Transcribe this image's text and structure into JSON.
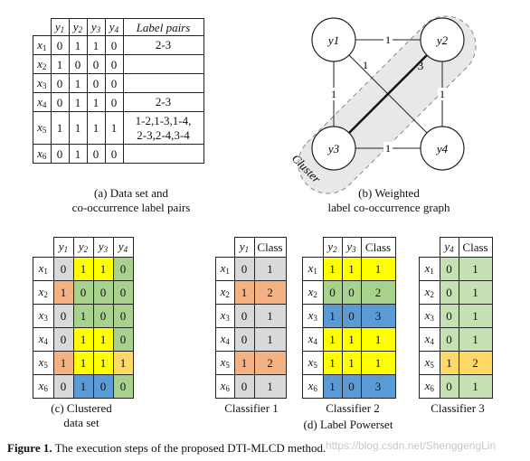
{
  "tables": {
    "a": {
      "col_headers": [
        "y1",
        "y2",
        "y3",
        "y4"
      ],
      "pairs_header": "Label pairs",
      "rows": [
        {
          "label": "x1",
          "vals": [
            "0",
            "1",
            "1",
            "0"
          ],
          "pairs": "2-3"
        },
        {
          "label": "x2",
          "vals": [
            "1",
            "0",
            "0",
            "0"
          ],
          "pairs": ""
        },
        {
          "label": "x3",
          "vals": [
            "0",
            "1",
            "0",
            "0"
          ],
          "pairs": ""
        },
        {
          "label": "x4",
          "vals": [
            "0",
            "1",
            "1",
            "0"
          ],
          "pairs": "2-3"
        },
        {
          "label": "x5",
          "vals": [
            "1",
            "1",
            "1",
            "1"
          ],
          "pairs": "1-2,1-3,1-4,\n2-3,2-4,3-4"
        },
        {
          "label": "x6",
          "vals": [
            "0",
            "1",
            "0",
            "0"
          ],
          "pairs": ""
        }
      ]
    },
    "c": {
      "col_headers": [
        "y1",
        "y2",
        "y3",
        "y4"
      ],
      "rows": [
        {
          "label": "x1",
          "vals": [
            "0",
            "1",
            "1",
            "0"
          ]
        },
        {
          "label": "x2",
          "vals": [
            "1",
            "0",
            "0",
            "0"
          ]
        },
        {
          "label": "x3",
          "vals": [
            "0",
            "1",
            "0",
            "0"
          ]
        },
        {
          "label": "x4",
          "vals": [
            "0",
            "1",
            "1",
            "0"
          ]
        },
        {
          "label": "x5",
          "vals": [
            "1",
            "1",
            "1",
            "1"
          ]
        },
        {
          "label": "x6",
          "vals": [
            "0",
            "1",
            "0",
            "0"
          ]
        }
      ],
      "colors": [
        [
          "gray",
          "yellow",
          "yellow",
          "green"
        ],
        [
          "orange",
          "green",
          "green",
          "green"
        ],
        [
          "gray",
          "green",
          "green",
          "green"
        ],
        [
          "gray",
          "yellow",
          "yellow",
          "green"
        ],
        [
          "orange",
          "yellow",
          "yellow",
          "gold"
        ],
        [
          "gray",
          "blue",
          "blue",
          "green"
        ]
      ]
    },
    "d1": {
      "col_headers": [
        "y1",
        "Class"
      ],
      "rows": [
        {
          "label": "x1",
          "vals": [
            "0",
            "1"
          ]
        },
        {
          "label": "x2",
          "vals": [
            "1",
            "2"
          ]
        },
        {
          "label": "x3",
          "vals": [
            "0",
            "1"
          ]
        },
        {
          "label": "x4",
          "vals": [
            "0",
            "1"
          ]
        },
        {
          "label": "x5",
          "vals": [
            "1",
            "2"
          ]
        },
        {
          "label": "x6",
          "vals": [
            "0",
            "1"
          ]
        }
      ],
      "colors": [
        [
          "gray",
          "gray"
        ],
        [
          "orange",
          "orange"
        ],
        [
          "gray",
          "gray"
        ],
        [
          "gray",
          "gray"
        ],
        [
          "orange",
          "orange"
        ],
        [
          "gray",
          "gray"
        ]
      ]
    },
    "d2": {
      "col_headers": [
        "y2",
        "y3",
        "Class"
      ],
      "rows": [
        {
          "label": "x1",
          "vals": [
            "1",
            "1",
            "1"
          ]
        },
        {
          "label": "x2",
          "vals": [
            "0",
            "0",
            "2"
          ]
        },
        {
          "label": "x3",
          "vals": [
            "1",
            "0",
            "3"
          ]
        },
        {
          "label": "x4",
          "vals": [
            "1",
            "1",
            "1"
          ]
        },
        {
          "label": "x5",
          "vals": [
            "1",
            "1",
            "1"
          ]
        },
        {
          "label": "x6",
          "vals": [
            "1",
            "0",
            "3"
          ]
        }
      ],
      "colors": [
        [
          "yellow",
          "yellow",
          "yellow"
        ],
        [
          "green",
          "green",
          "green"
        ],
        [
          "blue",
          "blue",
          "blue"
        ],
        [
          "yellow",
          "yellow",
          "yellow"
        ],
        [
          "yellow",
          "yellow",
          "yellow"
        ],
        [
          "blue",
          "blue",
          "blue"
        ]
      ]
    },
    "d3": {
      "col_headers": [
        "y4",
        "Class"
      ],
      "rows": [
        {
          "label": "x1",
          "vals": [
            "0",
            "1"
          ]
        },
        {
          "label": "x2",
          "vals": [
            "0",
            "1"
          ]
        },
        {
          "label": "x3",
          "vals": [
            "0",
            "1"
          ]
        },
        {
          "label": "x4",
          "vals": [
            "0",
            "1"
          ]
        },
        {
          "label": "x5",
          "vals": [
            "1",
            "2"
          ]
        },
        {
          "label": "x6",
          "vals": [
            "0",
            "1"
          ]
        }
      ],
      "colors": [
        [
          "lgreen",
          "lgreen"
        ],
        [
          "lgreen",
          "lgreen"
        ],
        [
          "lgreen",
          "lgreen"
        ],
        [
          "lgreen",
          "lgreen"
        ],
        [
          "gold",
          "gold"
        ],
        [
          "lgreen",
          "lgreen"
        ]
      ]
    }
  },
  "graph": {
    "nodes": [
      "y1",
      "y2",
      "y3",
      "y4"
    ],
    "edge_weights": {
      "y1_y2": "1",
      "y1_y3": "1",
      "y1_y4": "1",
      "y2_y3": "3",
      "y2_y4": "1",
      "y3_y4": "1"
    },
    "cluster_label": "Cluster"
  },
  "captions": {
    "a_line1": "(a) Data set and",
    "a_line2": "co-occurrence label pairs",
    "b_line1": "(b) Weighted",
    "b_line2": "label co-occurrence graph",
    "c_line1": "(c) Clustered",
    "c_line2": "data set",
    "classifier1": "Classifier 1",
    "classifier2": "Classifier 2",
    "classifier3": "Classifier 3",
    "d": "(d) Label Powerset"
  },
  "figure": {
    "label": "Figure 1.",
    "text": " The execution steps of the proposed DTI-MLCD method."
  },
  "watermark": "https://blog.csdn.net/ShenggengLin",
  "colors": {
    "gray": "#d9d9d9",
    "orange": "#f4b183",
    "yellow": "#ffff00",
    "green": "#a9d18e",
    "blue": "#5b9bd5",
    "gold": "#ffd966",
    "lgreen": "#c5e0b3"
  }
}
